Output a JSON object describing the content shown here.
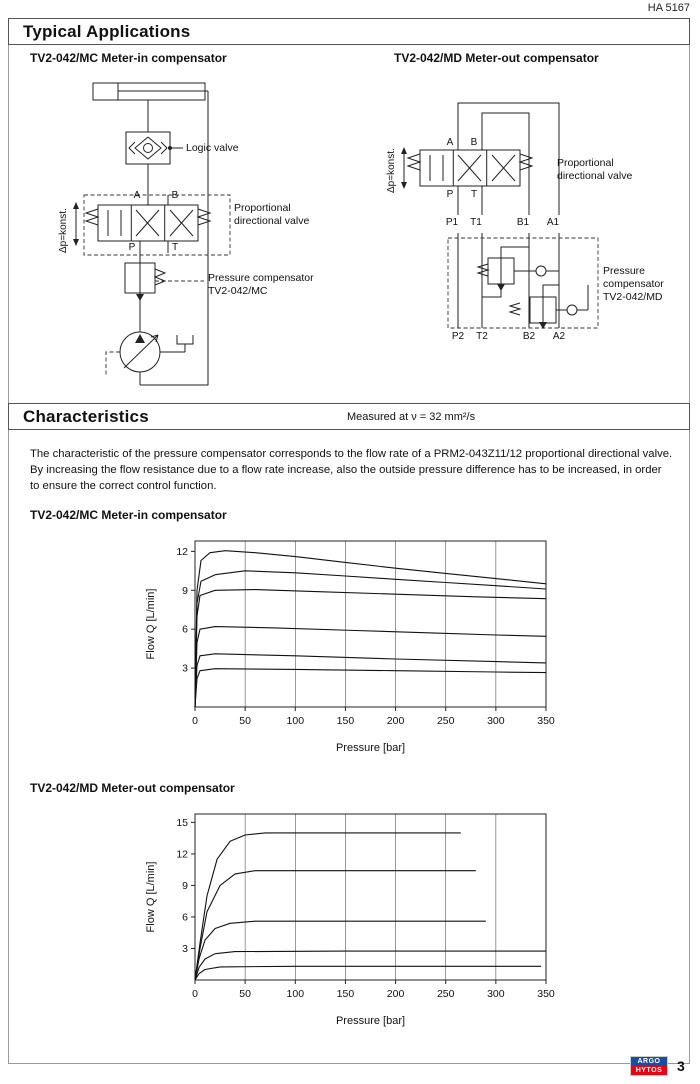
{
  "page": {
    "doc_number": "HA 5167",
    "page_number": "3",
    "logo": {
      "line1": "ARGO",
      "line2": "HYTOS",
      "blue": "#1c4e9d",
      "red": "#e30613"
    }
  },
  "typical_applications": {
    "title": "Typical Applications",
    "meter_in": {
      "title": "TV2-042/MC Meter-in compensator",
      "labels": {
        "logic_valve": "Logic valve",
        "prop_valve_line1": "Proportional",
        "prop_valve_line2": "directional valve",
        "compensator_line1": "Pressure compensator",
        "compensator_line2": "TV2-042/MC",
        "dp_konst": "Δp=konst.",
        "port_a": "A",
        "port_b": "B",
        "port_p": "P",
        "port_t": "T"
      }
    },
    "meter_out": {
      "title": "TV2-042/MD Meter-out compensator",
      "labels": {
        "prop_valve_line1": "Proportional",
        "prop_valve_line2": "directional valve",
        "compensator_line1": "Pressure",
        "compensator_line2": "compensator",
        "compensator_line3": "TV2-042/MD",
        "dp_konst": "Δp=konst.",
        "port_a": "A",
        "port_b": "B",
        "port_p": "P",
        "port_t": "T",
        "p1": "P1",
        "t1": "T1",
        "b1": "B1",
        "a1": "A1",
        "p2": "P2",
        "t2": "T2",
        "b2": "B2",
        "a2": "A2"
      }
    }
  },
  "characteristics": {
    "title": "Characteristics",
    "measured_at": "Measured at ν = 32 mm²/s",
    "paragraph": "The characteristic of the pressure compensator corresponds to the flow rate of a PRM2-043Z11/12 proportional directional valve. By increasing the flow resistance due to a flow rate increase, also the outside pressure difference has to be increased, in order to ensure the correct control function."
  },
  "chart_data": [
    {
      "type": "line",
      "title": "TV2-042/MC Meter-in compensator",
      "xlabel": "Pressure [bar]",
      "ylabel": "Flow Q [L/min]",
      "xlim": [
        0,
        350
      ],
      "ylim": [
        0,
        12.8
      ],
      "xticks": [
        0,
        50,
        100,
        150,
        200,
        250,
        300,
        350
      ],
      "yticks": [
        3,
        6,
        9,
        12
      ],
      "grid": "vertical",
      "legend": "none",
      "series": [
        {
          "name": "curve-12",
          "points": [
            [
              0,
              0
            ],
            [
              2,
              9
            ],
            [
              6,
              11.3
            ],
            [
              15,
              11.9
            ],
            [
              30,
              12.05
            ],
            [
              60,
              11.9
            ],
            [
              100,
              11.6
            ],
            [
              150,
              11.15
            ],
            [
              200,
              10.7
            ],
            [
              250,
              10.3
            ],
            [
              300,
              9.9
            ],
            [
              350,
              9.5
            ]
          ]
        },
        {
          "name": "curve-10.5",
          "points": [
            [
              0,
              0
            ],
            [
              2,
              8
            ],
            [
              6,
              9.7
            ],
            [
              20,
              10.2
            ],
            [
              50,
              10.5
            ],
            [
              100,
              10.35
            ],
            [
              150,
              10.1
            ],
            [
              200,
              9.85
            ],
            [
              250,
              9.6
            ],
            [
              300,
              9.35
            ],
            [
              350,
              9.1
            ]
          ]
        },
        {
          "name": "curve-9",
          "points": [
            [
              0,
              0
            ],
            [
              2,
              7
            ],
            [
              5,
              8.6
            ],
            [
              20,
              9.0
            ],
            [
              60,
              9.05
            ],
            [
              120,
              8.9
            ],
            [
              200,
              8.7
            ],
            [
              280,
              8.5
            ],
            [
              350,
              8.35
            ]
          ]
        },
        {
          "name": "curve-6",
          "points": [
            [
              0,
              0
            ],
            [
              2,
              5
            ],
            [
              5,
              6.0
            ],
            [
              20,
              6.2
            ],
            [
              80,
              6.1
            ],
            [
              160,
              5.9
            ],
            [
              240,
              5.7
            ],
            [
              300,
              5.55
            ],
            [
              350,
              5.45
            ]
          ]
        },
        {
          "name": "curve-4",
          "points": [
            [
              0,
              0
            ],
            [
              2,
              3.2
            ],
            [
              5,
              3.95
            ],
            [
              20,
              4.1
            ],
            [
              100,
              3.95
            ],
            [
              200,
              3.7
            ],
            [
              300,
              3.5
            ],
            [
              350,
              3.4
            ]
          ]
        },
        {
          "name": "curve-3",
          "points": [
            [
              0,
              0
            ],
            [
              2,
              2.2
            ],
            [
              5,
              2.8
            ],
            [
              20,
              2.95
            ],
            [
              100,
              2.9
            ],
            [
              200,
              2.8
            ],
            [
              300,
              2.7
            ],
            [
              350,
              2.65
            ]
          ]
        }
      ]
    },
    {
      "type": "line",
      "title": "TV2-042/MD Meter-out compensator",
      "xlabel": "Pressure [bar]",
      "ylabel": "Flow Q [L/min]",
      "xlim": [
        0,
        350
      ],
      "ylim": [
        0,
        15.8
      ],
      "xticks": [
        0,
        50,
        100,
        150,
        200,
        250,
        300,
        350
      ],
      "yticks": [
        3,
        6,
        9,
        12,
        15
      ],
      "grid": "vertical",
      "legend": "none",
      "series": [
        {
          "name": "curve-14",
          "points": [
            [
              0,
              0
            ],
            [
              5,
              3.5
            ],
            [
              12,
              8
            ],
            [
              22,
              11.5
            ],
            [
              35,
              13.2
            ],
            [
              50,
              13.8
            ],
            [
              70,
              14
            ],
            [
              150,
              14
            ],
            [
              265,
              14
            ]
          ]
        },
        {
          "name": "curve-10.4",
          "points": [
            [
              0,
              0
            ],
            [
              5,
              3
            ],
            [
              12,
              6.5
            ],
            [
              25,
              9
            ],
            [
              40,
              10.1
            ],
            [
              60,
              10.4
            ],
            [
              150,
              10.4
            ],
            [
              280,
              10.4
            ]
          ]
        },
        {
          "name": "curve-5.6",
          "points": [
            [
              0,
              0
            ],
            [
              4,
              2
            ],
            [
              10,
              3.8
            ],
            [
              20,
              4.9
            ],
            [
              35,
              5.4
            ],
            [
              60,
              5.6
            ],
            [
              290,
              5.6
            ]
          ]
        },
        {
          "name": "curve-2.8",
          "points": [
            [
              0,
              0
            ],
            [
              4,
              1.2
            ],
            [
              10,
              2.0
            ],
            [
              20,
              2.5
            ],
            [
              40,
              2.7
            ],
            [
              150,
              2.75
            ],
            [
              350,
              2.75
            ]
          ]
        },
        {
          "name": "curve-1.3",
          "points": [
            [
              0,
              0
            ],
            [
              4,
              0.6
            ],
            [
              10,
              1.0
            ],
            [
              25,
              1.25
            ],
            [
              100,
              1.3
            ],
            [
              345,
              1.3
            ]
          ]
        }
      ]
    }
  ]
}
